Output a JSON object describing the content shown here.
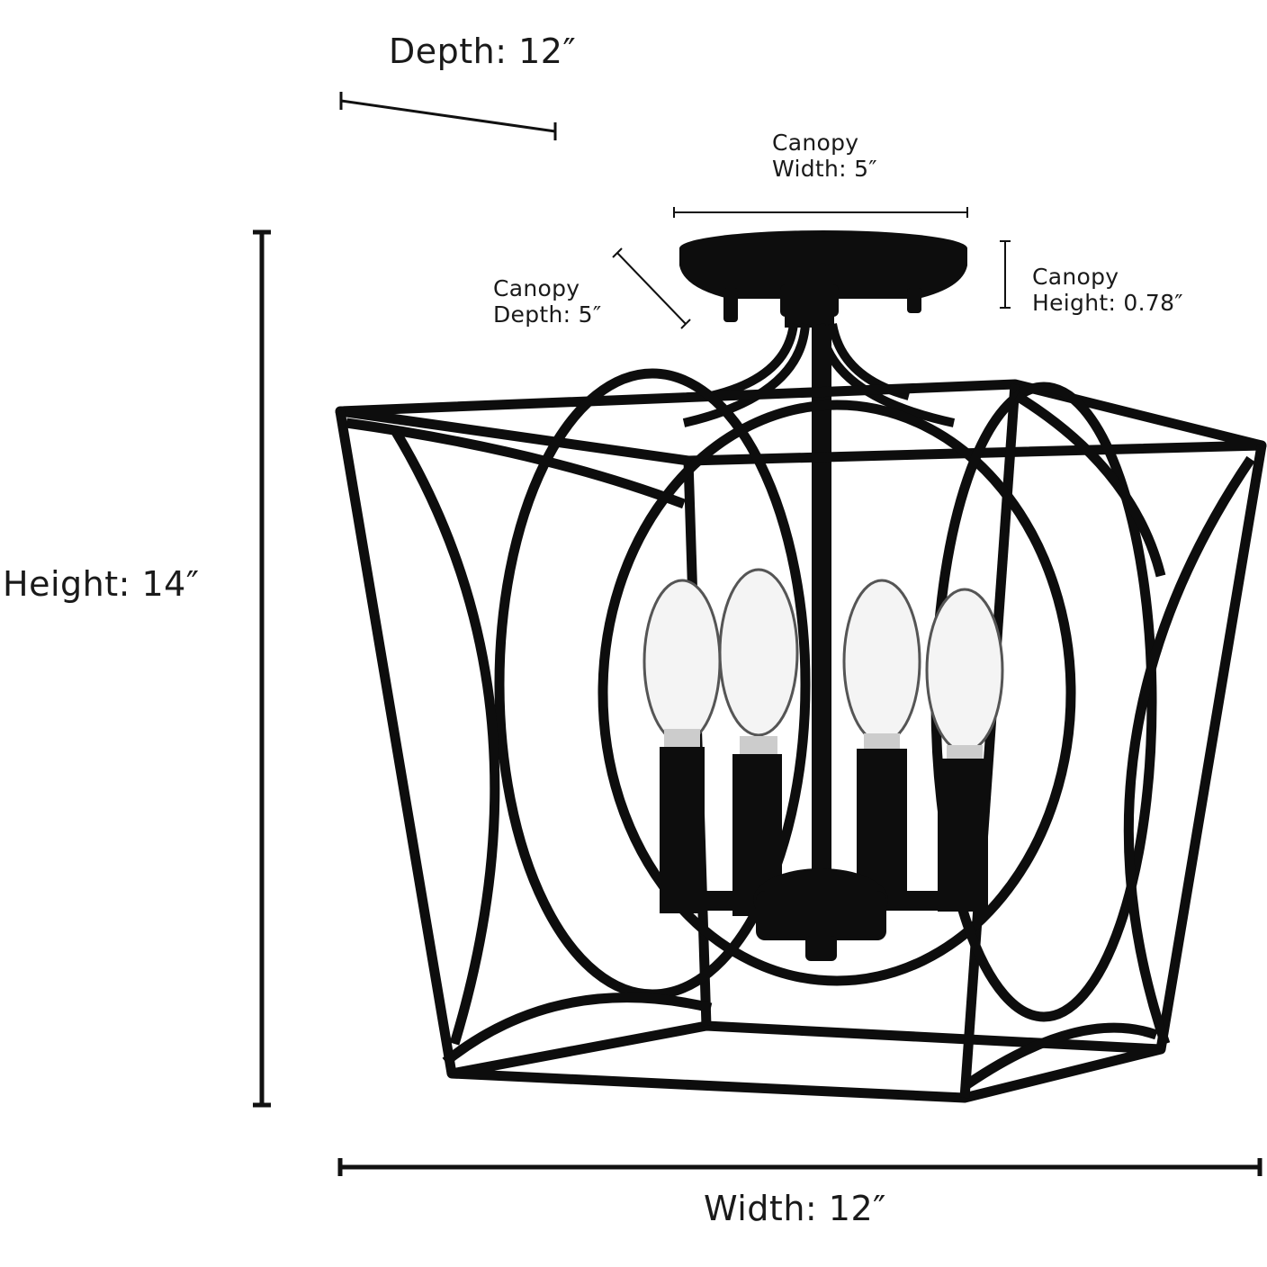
{
  "dimensions": {
    "depth": "Depth: 12″",
    "height": "Height: 14″",
    "width": "Width: 12″",
    "canopy_width": {
      "line1": "Canopy",
      "line2": "Width: 5″"
    },
    "canopy_depth": {
      "line1": "Canopy",
      "line2": "Depth: 5″"
    },
    "canopy_height": {
      "line1": "Canopy",
      "line2": "Height: 0.78″"
    }
  },
  "colors": {
    "metal": "#0d0d0d",
    "bulb_glass": "#f4f4f4",
    "bulb_outline": "#555555",
    "text": "#1a1a1a"
  },
  "product_image": "black-four-light-lantern-semi-flush-mount"
}
